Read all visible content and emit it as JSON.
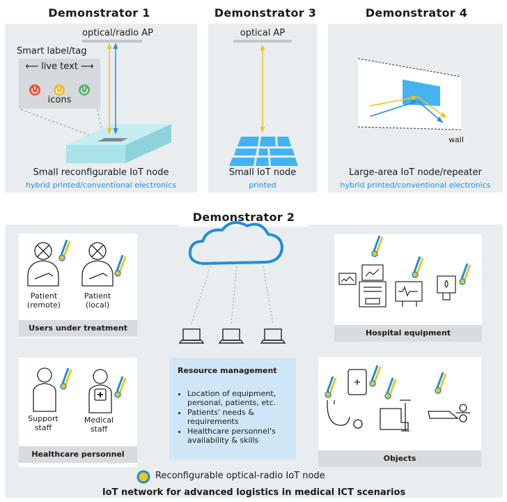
{
  "demo1": {
    "title": "Demonstrator 1",
    "ap_label": "optical/radio AP",
    "smart_label_title": "Smart label/tag",
    "live_text": "⟵ live text ⟶",
    "icons_label": "icons",
    "node_label": "Small reconfigurable IoT node",
    "node_sub": "hybrid printed/conventional electronics"
  },
  "demo3": {
    "title": "Demonstrator 3",
    "ap_label": "optical AP",
    "node_label": "Small IoT node",
    "node_sub": "printed"
  },
  "demo4": {
    "title": "Demonstrator 4",
    "wall_label": "wall",
    "node_label": "Large-area IoT node/repeater",
    "node_sub": "hybrid printed/conventional electronics"
  },
  "demo2": {
    "title": "Demonstrator 2",
    "users": {
      "caption": "Users under treatment",
      "patient_remote": [
        "Patient",
        "(remote)"
      ],
      "patient_local": [
        "Patient",
        "(local)"
      ]
    },
    "hospital": {
      "caption": "Hospital equipment"
    },
    "personnel": {
      "caption": "Healthcare personnel",
      "support": [
        "Support",
        "staff"
      ],
      "medical": [
        "Medical",
        "staff"
      ]
    },
    "objects": {
      "caption": "Objects"
    },
    "resource": {
      "title": "Resource management",
      "items": [
        "Location of equipment, personal, patients, etc.",
        "Patients' needs & requirements",
        "Healthcare personnel's availability & skills"
      ]
    },
    "legend": "Reconfigurable optical-radio IoT node",
    "footer": "IoT network for advanced logistics in medical ICT scenarios"
  },
  "colors": {
    "panel": "#e9edf0",
    "accent_blue": "#1f8fd6",
    "accent_yellow": "#f2c21b",
    "cyan_node": "#a9e3e8",
    "caption_bar": "#d9dcdf",
    "resource_bg": "#cfe6f6",
    "ap_bar": "#c3c7cb"
  }
}
